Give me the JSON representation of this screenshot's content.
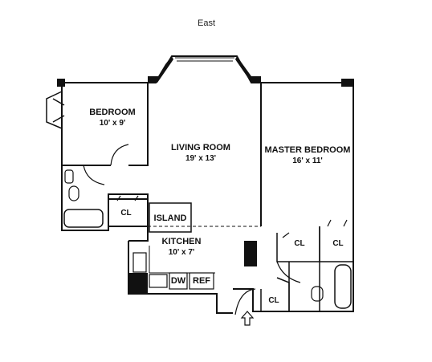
{
  "floorplan": {
    "orientation_label": "East",
    "rooms": {
      "bedroom": {
        "name": "BEDROOM",
        "size": "10' x 9'"
      },
      "living_room": {
        "name": "LIVING ROOM",
        "size": "19' x 13'"
      },
      "master_bedroom": {
        "name": "MASTER BEDROOM",
        "size": "16' x 11'"
      },
      "kitchen": {
        "name": "KITCHEN",
        "size": "10' x 7'"
      },
      "island": {
        "name": "ISLAND"
      }
    },
    "closets": {
      "label": "CL"
    },
    "appliances": {
      "dishwasher": "DW",
      "refrigerator": "REF"
    },
    "entrance_icon": "up-arrow-entrance-icon"
  }
}
